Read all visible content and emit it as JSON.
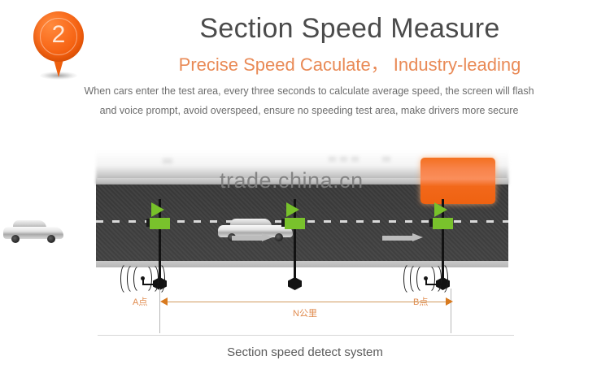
{
  "header": {
    "badge_number": "2",
    "title": "Section Speed Measure",
    "subtitle": "Precise Speed Caculate， Industry-leading",
    "description_line_1": "When cars enter the test area, every three seconds to calculate average speed, the screen will flash",
    "description_line_2": "and voice prompt, avoid overspeed, ensure no speeding test area, make drivers more secure"
  },
  "scene": {
    "watermark": "trade.china.cn",
    "point_a_label": "A点",
    "point_b_label": "B点",
    "display_board_name": "led-display-board",
    "car_a_name": "car-entering",
    "car_b_name": "car-in-section"
  },
  "dimension": {
    "distance_label": "N公里"
  },
  "caption": {
    "text": "Section speed detect system"
  },
  "colors": {
    "accent_orange": "#f2681a",
    "subtitle_orange": "#e98a56",
    "label_orange": "#e08b4e",
    "detector_green": "#79c22c",
    "road_gray": "#3f3f3f",
    "title_gray": "#4b4b4b"
  }
}
